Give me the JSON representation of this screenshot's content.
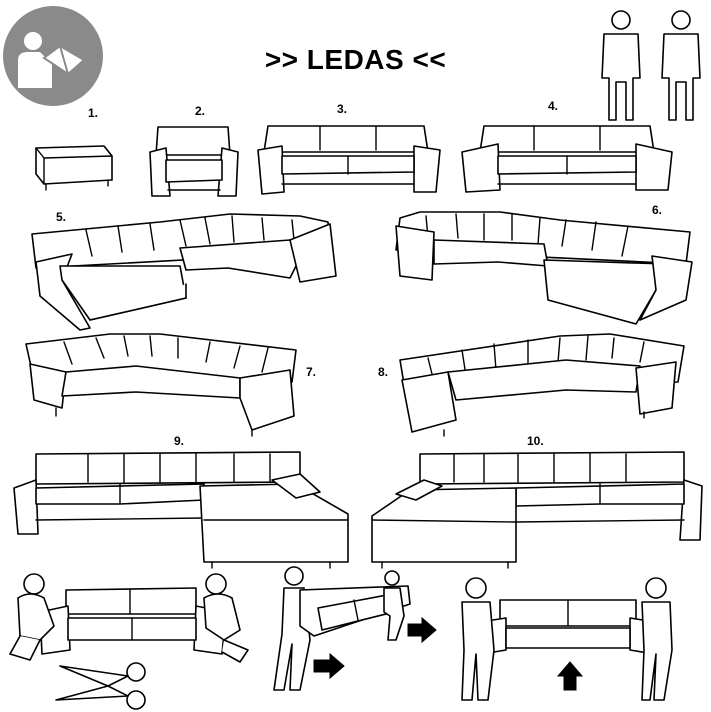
{
  "title": ">> LEDAS <<",
  "items": {
    "n1": "1.",
    "n2": "2.",
    "n3": "3.",
    "n4": "4.",
    "n5": "5.",
    "n6": "6.",
    "n7": "7.",
    "n8": "8.",
    "n9": "9.",
    "n10": "10."
  },
  "icons": {
    "manual": "read-manual-icon",
    "two_persons": "two-persons-icon",
    "scissors": "scissors-icon",
    "arrow": "arrow-icon"
  },
  "colors": {
    "manual_bg": "#8a8a8a",
    "line": "#000000"
  }
}
